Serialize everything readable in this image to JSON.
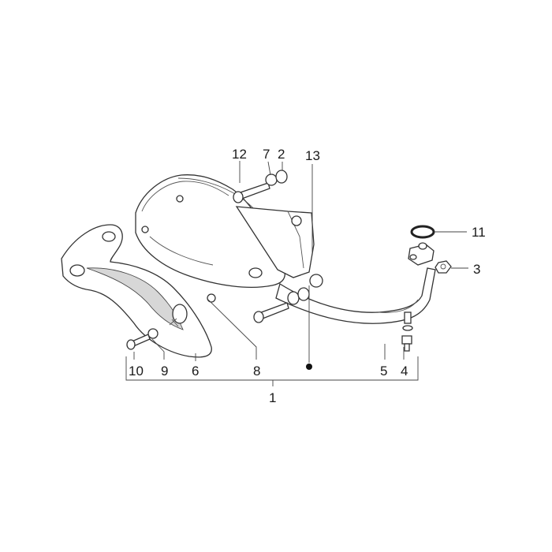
{
  "diagram": {
    "callouts": [
      {
        "id": "1",
        "text": "1"
      },
      {
        "id": "2",
        "text": "2"
      },
      {
        "id": "3",
        "text": "3"
      },
      {
        "id": "4",
        "text": "4"
      },
      {
        "id": "5",
        "text": "5"
      },
      {
        "id": "6",
        "text": "6"
      },
      {
        "id": "7",
        "text": "7"
      },
      {
        "id": "8",
        "text": "8"
      },
      {
        "id": "9",
        "text": "9"
      },
      {
        "id": "10",
        "text": "10"
      },
      {
        "id": "11",
        "text": "11"
      },
      {
        "id": "12",
        "text": "12"
      },
      {
        "id": "13",
        "text": "13"
      }
    ],
    "colors": {
      "line": "#333333",
      "text": "#1a1a1a",
      "background": "#ffffff"
    }
  }
}
